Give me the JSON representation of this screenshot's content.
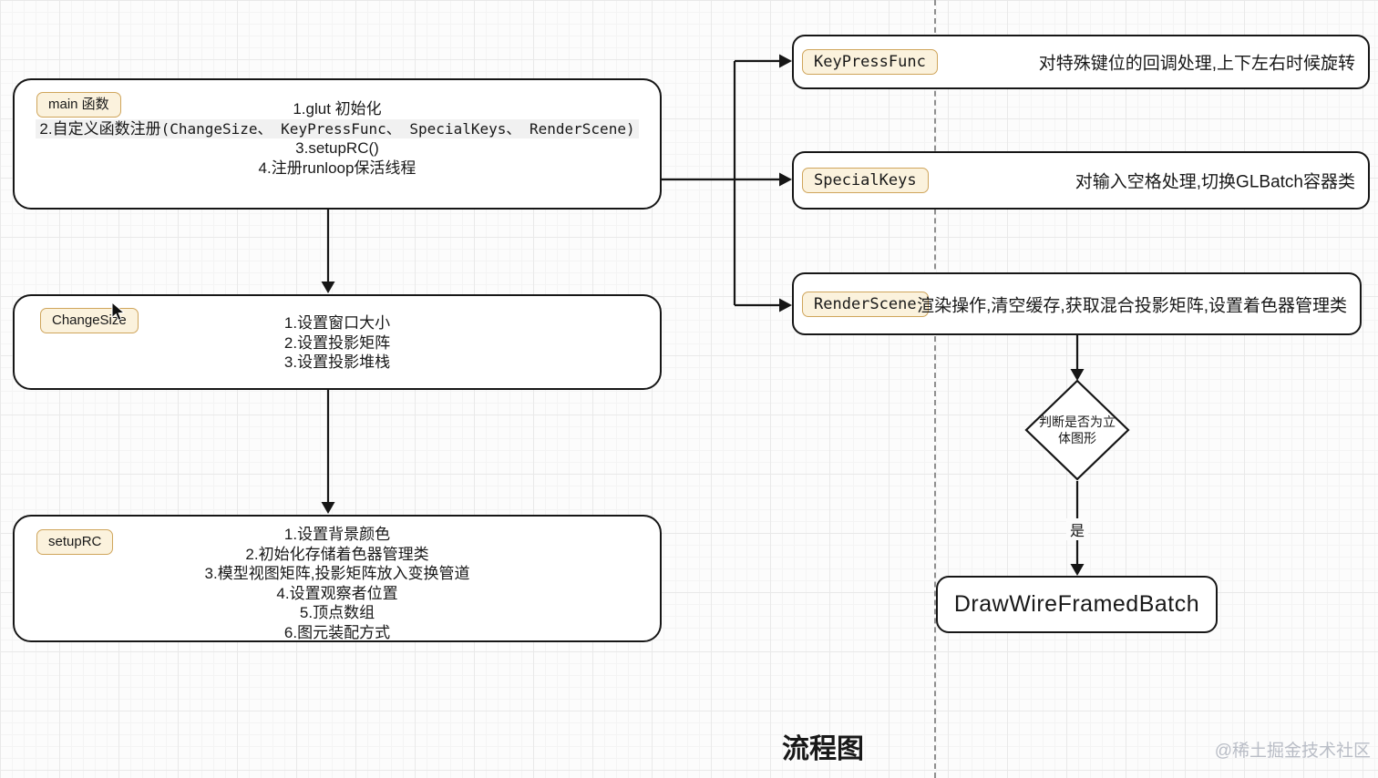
{
  "page": {
    "title": "流程图",
    "watermark": "@稀土掘金技术社区"
  },
  "colors": {
    "background": "#fcfcfc",
    "grid_minor": "#f4f4f4",
    "grid_major": "#e9e9e9",
    "node_border": "#161616",
    "node_fill": "#ffffff",
    "label_pill_bg": "#fbf2dd",
    "label_pill_border": "#cfa55b",
    "connector": "#161616",
    "code_highlight_bg": "#f1f1f1",
    "dashed_guide": "#8f8f8f",
    "watermark_text": "#b9bdc6"
  },
  "nodes": {
    "main": {
      "label": "main 函数",
      "line1": "1.glut 初始化",
      "line2_prefix": "2.自定义函数注册",
      "line2_code": "(ChangeSize、 KeyPressFunc、 SpecialKeys、 RenderScene)",
      "line3": "3.setupRC()",
      "line4": "4.注册runloop保活线程"
    },
    "change_size": {
      "label": "ChangeSize",
      "lines": [
        "1.设置窗口大小",
        "2.设置投影矩阵",
        "3.设置投影堆栈"
      ]
    },
    "setup_rc": {
      "label": "setupRC",
      "lines": [
        "1.设置背景颜色",
        "2.初始化存储着色器管理类",
        "3.模型视图矩阵,投影矩阵放入变换管道",
        "4.设置观察者位置",
        "5.顶点数组",
        "6.图元装配方式"
      ]
    },
    "key_press_func": {
      "label": "KeyPressFunc",
      "desc": "对特殊键位的回调处理,上下左右时候旋转"
    },
    "special_keys": {
      "label": "SpecialKeys",
      "desc": "对输入空格处理,切换GLBatch容器类"
    },
    "render_scene": {
      "label": "RenderScene",
      "desc": "渲染操作,清空缓存,获取混合投影矩阵,设置着色器管理类"
    },
    "decision": {
      "line1": "判断是否为立",
      "line2": "体图形"
    },
    "branch_yes": "是",
    "draw_wire": {
      "label": "DrawWireFramedBatch"
    }
  }
}
